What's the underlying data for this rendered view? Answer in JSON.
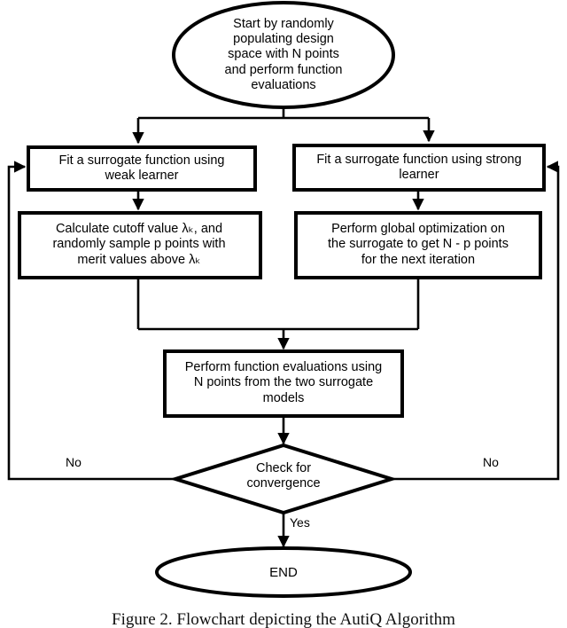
{
  "figure": {
    "caption": "Figure 2. Flowchart depicting the AutiQ Algorithm",
    "type": "flowchart",
    "colors": {
      "stroke": "#000000",
      "fill": "#ffffff",
      "text": "#000000"
    }
  },
  "nodes": {
    "start": {
      "shape": "ellipse",
      "text": "Start by randomly\npopulating design\nspace with N points\nand perform function\nevaluations"
    },
    "weak_learner": {
      "shape": "rect",
      "text": "Fit a surrogate function using\nweak learner"
    },
    "strong_learner": {
      "shape": "rect",
      "text": "Fit a surrogate function using strong\nlearner"
    },
    "cutoff": {
      "shape": "rect",
      "text": "Calculate cutoff value λₖ, and\nrandomly sample p points with\nmerit values above λₖ"
    },
    "global_opt": {
      "shape": "rect",
      "text": "Perform global optimization on\nthe surrogate to get N - p points\nfor the next iteration"
    },
    "function_eval": {
      "shape": "rect",
      "text": "Perform function evaluations using\nN points from the two surrogate\nmodels"
    },
    "decision": {
      "shape": "diamond",
      "text": "Check for\nconvergence"
    },
    "end": {
      "shape": "ellipse",
      "text": "END"
    }
  },
  "edge_labels": {
    "no_left": "No",
    "no_right": "No",
    "yes": "Yes"
  }
}
